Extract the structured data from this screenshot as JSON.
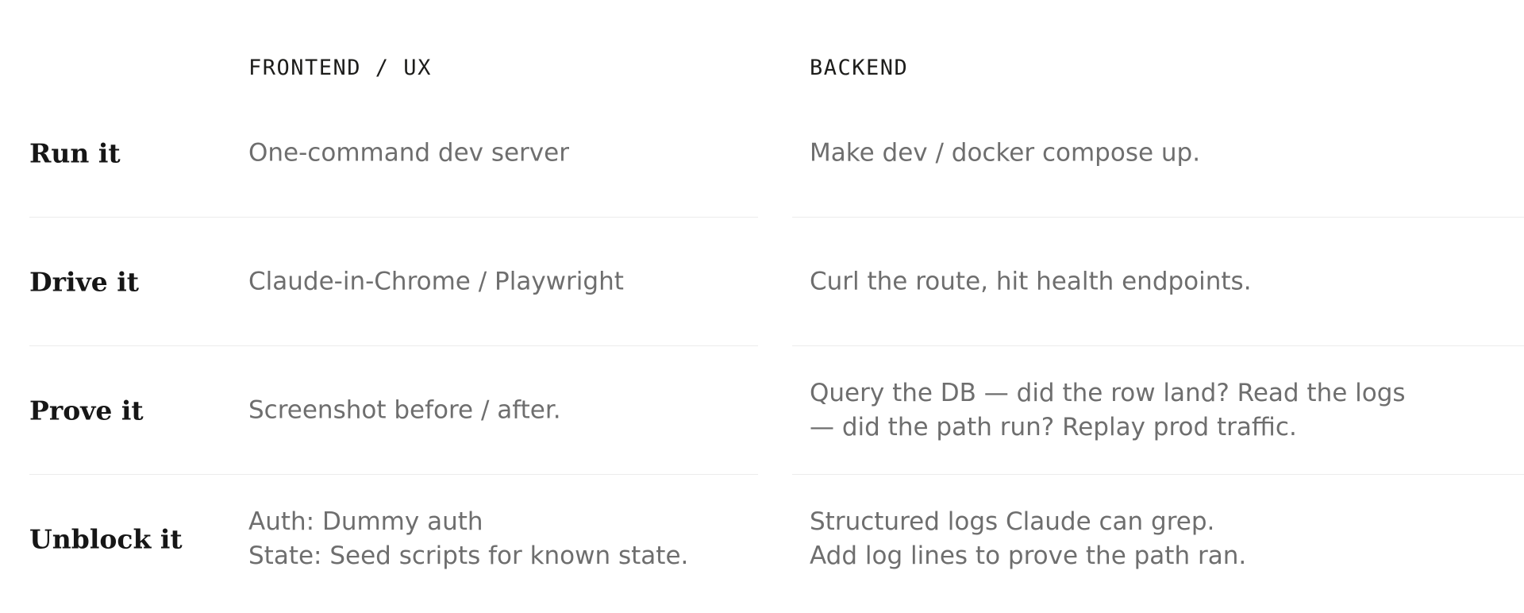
{
  "columns": {
    "frontend": "FRONTEND / UX",
    "backend": "BACKEND"
  },
  "rows": [
    {
      "label": "Run it",
      "frontend": [
        "One-command dev server"
      ],
      "backend": [
        "Make dev / docker compose up."
      ]
    },
    {
      "label": "Drive it",
      "frontend": [
        "Claude-in-Chrome / Playwright"
      ],
      "backend": [
        "Curl the route, hit health endpoints."
      ]
    },
    {
      "label": "Prove it",
      "frontend": [
        "Screenshot before / after."
      ],
      "backend": [
        "Query the DB — did the row land? Read the logs",
        "— did the path run? Replay prod traffic."
      ]
    },
    {
      "label": "Unblock it",
      "frontend": [
        "Auth: Dummy auth",
        "State: Seed scripts for known state."
      ],
      "backend": [
        "Structured logs Claude can grep.",
        "Add log lines to prove the path ran."
      ]
    }
  ]
}
